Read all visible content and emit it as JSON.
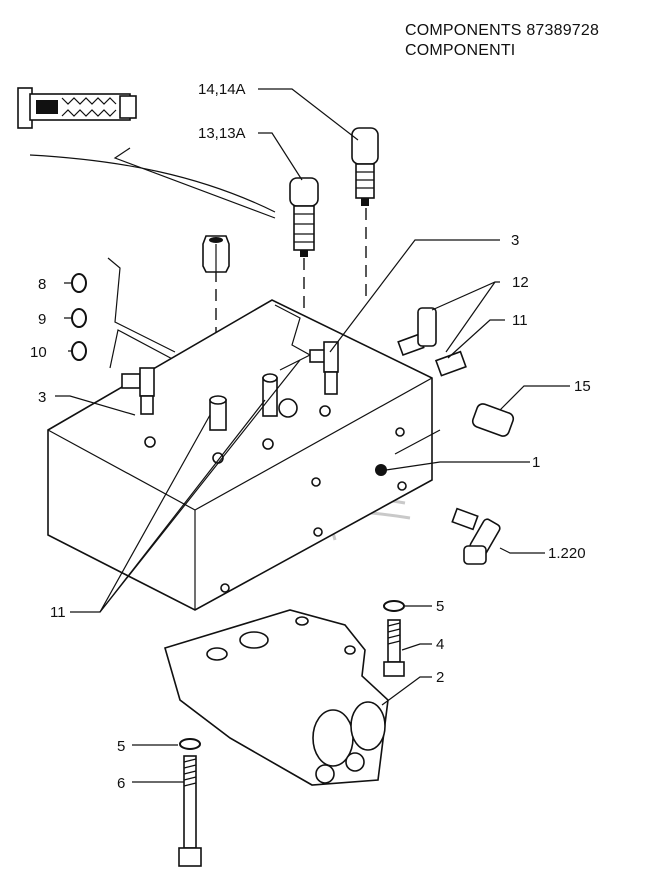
{
  "header": {
    "line1": "COMPONENTS 87389728",
    "line2": "COMPONENTI"
  },
  "callouts": {
    "c14": "14,14A",
    "c13": "13,13A",
    "c3a": "3",
    "c12": "12",
    "c11a": "11",
    "c15": "15",
    "c1": "1",
    "c1220": "1.220",
    "c8": "8",
    "c9": "9",
    "c10": "10",
    "c3b": "3",
    "c11b": "11",
    "c5a": "5",
    "c4": "4",
    "c2": "2",
    "c5b": "5",
    "c6": "6"
  }
}
